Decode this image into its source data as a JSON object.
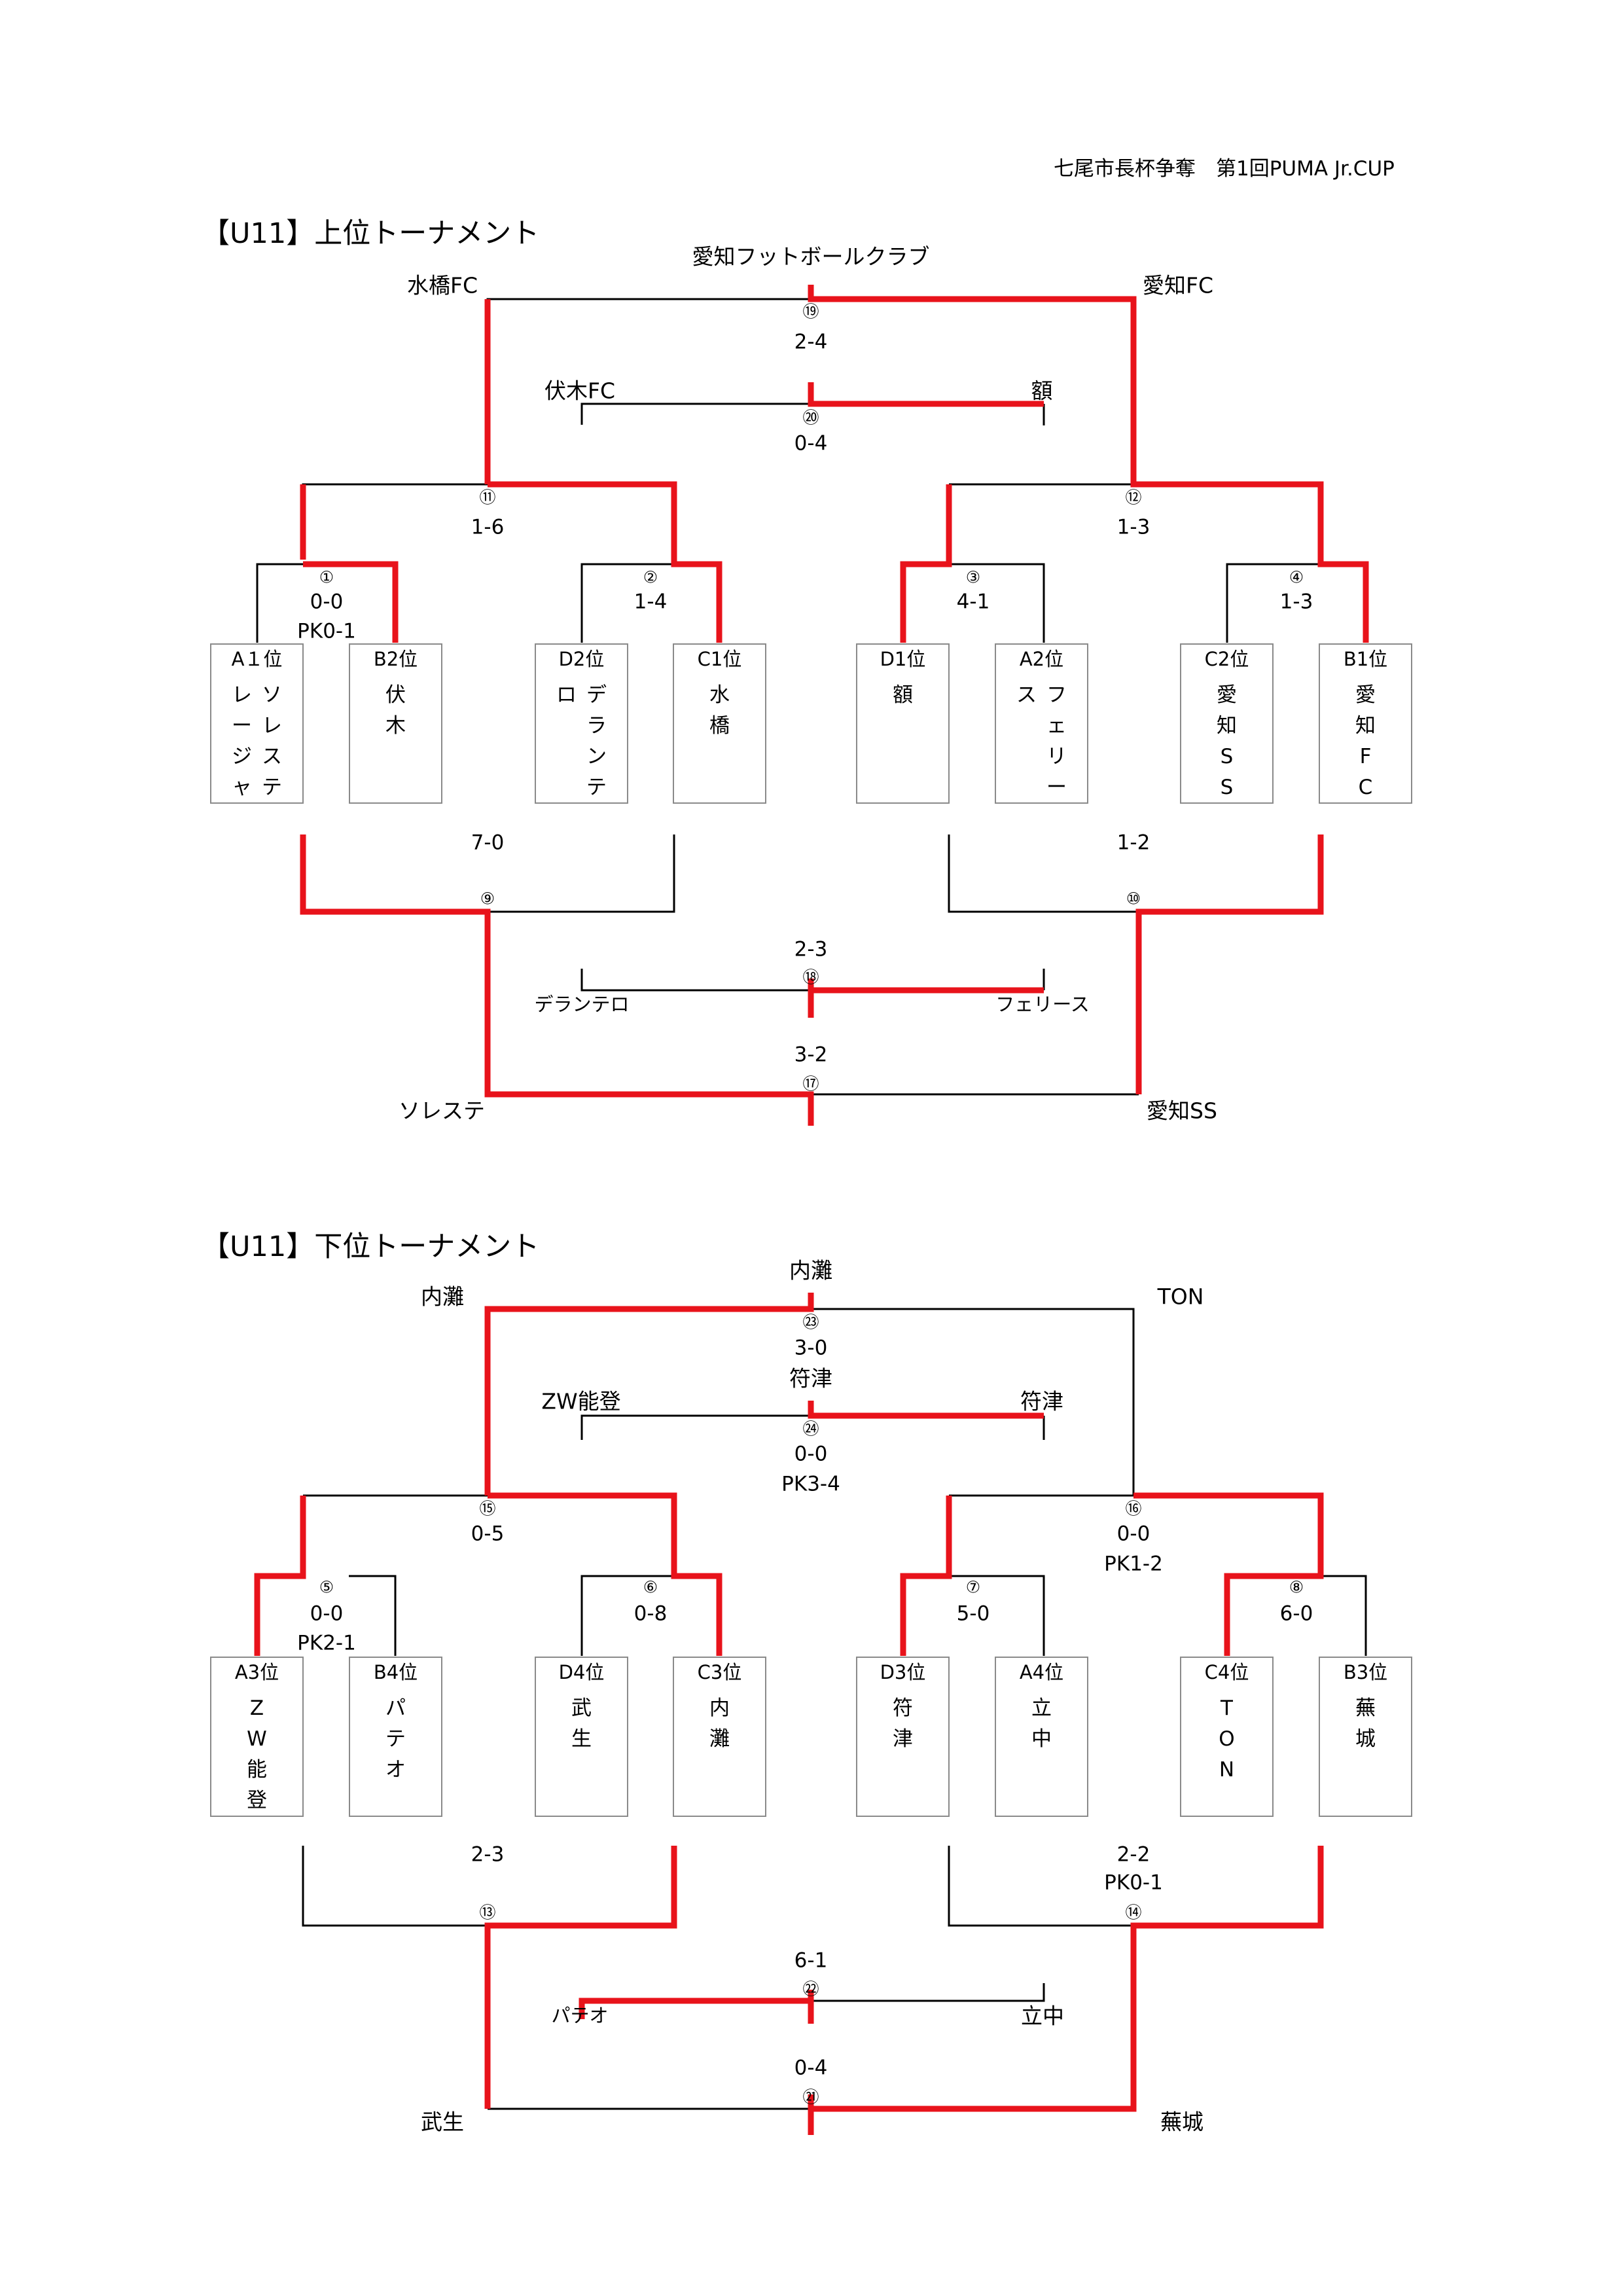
{
  "header": "七尾市長杯争奪　第1回PUMA Jr.CUP",
  "upper": {
    "title": "【U11】上位トーナメント",
    "champion": "愛知フットボールクラブ",
    "final": {
      "no": "⑲",
      "score": "2-4",
      "left": "水橋FC",
      "right": "愛知FC"
    },
    "third": {
      "no": "⑳",
      "score": "0-4",
      "left": "伏木FC",
      "right": "額"
    },
    "semi_left": {
      "no": "⑪",
      "score": "1-6"
    },
    "semi_right": {
      "no": "⑫",
      "score": "1-3"
    },
    "r1": [
      {
        "no": "①",
        "score": "0-0",
        "pk": "PK0-1"
      },
      {
        "no": "②",
        "score": "1-4"
      },
      {
        "no": "③",
        "score": "4-1"
      },
      {
        "no": "④",
        "score": "1-3"
      }
    ],
    "teams": [
      {
        "pos": "A１位",
        "cols": [
          [
            "レ",
            "ー",
            "ジ",
            "ャ"
          ],
          [
            "ソ",
            "レ",
            "ス",
            "テ"
          ]
        ]
      },
      {
        "pos": "B2位",
        "cols": [
          [
            "伏",
            "木"
          ]
        ]
      },
      {
        "pos": "D2位",
        "cols": [
          [
            "ロ"
          ],
          [
            "デ",
            "ラ",
            "ン",
            "テ"
          ]
        ]
      },
      {
        "pos": "C1位",
        "cols": [
          [
            "水",
            "橋"
          ]
        ]
      },
      {
        "pos": "D1位",
        "cols": [
          [
            "額"
          ]
        ]
      },
      {
        "pos": "A2位",
        "cols": [
          [
            "ス"
          ],
          [
            "フ",
            "ェ",
            "リ",
            "ー"
          ]
        ]
      },
      {
        "pos": "C2位",
        "cols": [
          [
            "愛",
            "知",
            "S",
            "S"
          ]
        ]
      },
      {
        "pos": "B1位",
        "cols": [
          [
            "愛",
            "知",
            "F",
            "C"
          ]
        ]
      }
    ],
    "low_left": {
      "no": "⑨",
      "score": "7-0"
    },
    "low_right": {
      "no": "⑩",
      "score": "1-2"
    },
    "m18": {
      "no": "⑱",
      "score": "2-3",
      "left": "デランテロ",
      "right": "フェリース"
    },
    "m17": {
      "no": "⑰",
      "score": "3-2",
      "left": "ソレステ",
      "right": "愛知SS"
    }
  },
  "lower": {
    "title": "【U11】下位トーナメント",
    "champion": "内灘",
    "final": {
      "no": "㉓",
      "score": "3-0",
      "left": "内灘",
      "right": "TON"
    },
    "third_winner": "符津",
    "third": {
      "no": "㉔",
      "score": "0-0",
      "pk": "PK3-4",
      "left": "ZW能登",
      "right": "符津"
    },
    "semi_left": {
      "no": "⑮",
      "score": "0-5"
    },
    "semi_right": {
      "no": "⑯",
      "score": "0-0",
      "pk": "PK1-2"
    },
    "r1": [
      {
        "no": "⑤",
        "score": "0-0",
        "pk": "PK2-1"
      },
      {
        "no": "⑥",
        "score": "0-8"
      },
      {
        "no": "⑦",
        "score": "5-0"
      },
      {
        "no": "⑧",
        "score": "6-0"
      }
    ],
    "teams": [
      {
        "pos": "A3位",
        "cols": [
          [
            "Z",
            "W",
            "能",
            "登"
          ]
        ]
      },
      {
        "pos": "B4位",
        "cols": [
          [
            "パ",
            "テ",
            "オ"
          ]
        ]
      },
      {
        "pos": "D4位",
        "cols": [
          [
            "武",
            "生"
          ]
        ]
      },
      {
        "pos": "C3位",
        "cols": [
          [
            "内",
            "灘"
          ]
        ]
      },
      {
        "pos": "D3位",
        "cols": [
          [
            "符",
            "津"
          ]
        ]
      },
      {
        "pos": "A4位",
        "cols": [
          [
            "立",
            "中"
          ]
        ]
      },
      {
        "pos": "C4位",
        "cols": [
          [
            "T",
            "O",
            "N"
          ]
        ]
      },
      {
        "pos": "B3位",
        "cols": [
          [
            "蕪",
            "城"
          ]
        ]
      }
    ],
    "low_left": {
      "no": "⑬",
      "score": "2-3"
    },
    "low_right": {
      "no": "⑭",
      "score": "2-2",
      "pk": "PK0-1"
    },
    "m22": {
      "no": "㉒",
      "score": "6-1",
      "left": "パテオ",
      "right": "立中"
    },
    "m21": {
      "no": "㉑",
      "score": "0-4",
      "left": "武生",
      "right": "蕪城"
    }
  },
  "colors": {
    "win_line": "#e8131b",
    "line": "#000000",
    "box_border": "#8a8a8a"
  }
}
